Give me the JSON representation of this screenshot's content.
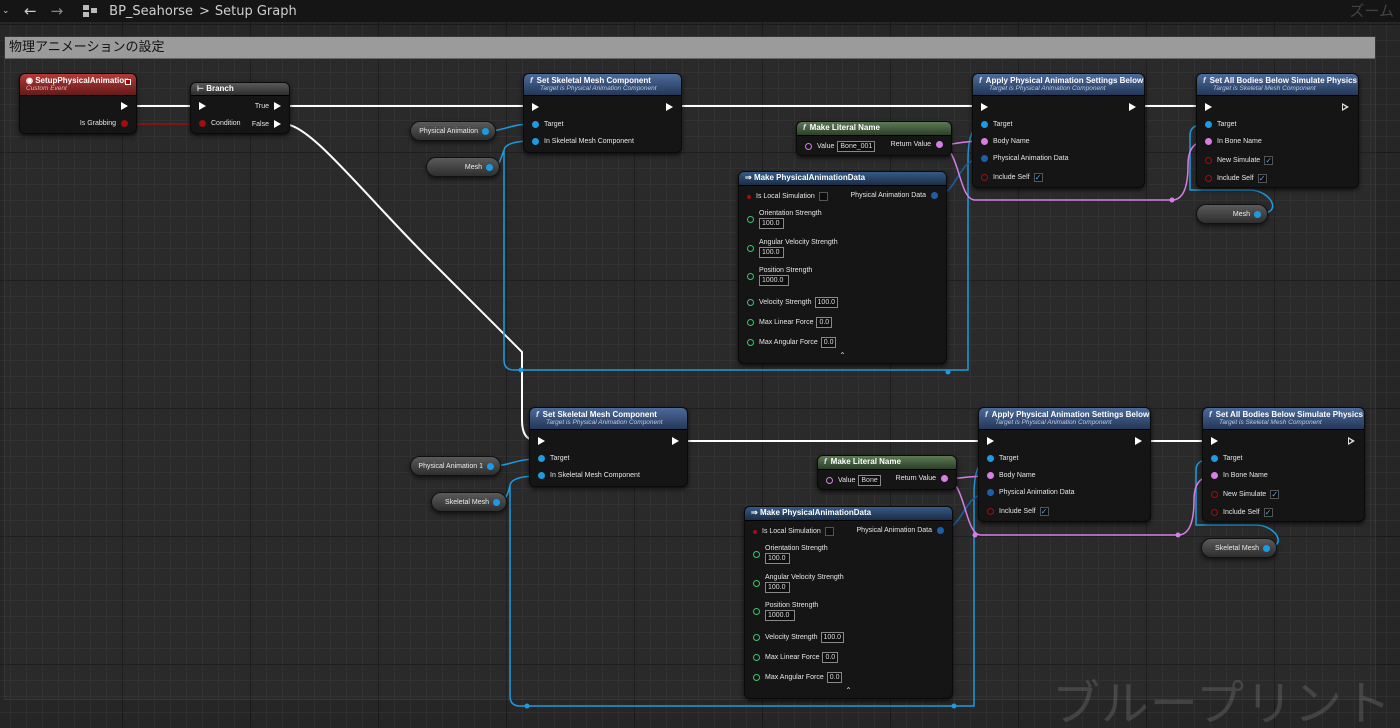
{
  "toolbar": {
    "blueprint_name": "BP_Seahorse",
    "separator": ">",
    "graph_name": "Setup Graph",
    "zoom_label": "ズーム"
  },
  "comment_box": {
    "title": "物理アニメーションの設定"
  },
  "watermark": "ブループリント",
  "event_node": {
    "title": "SetupPhysicalAnimation",
    "subtitle": "Custom Event",
    "out_is_grabbing": "Is Grabbing"
  },
  "branch_node": {
    "title": "Branch",
    "condition": "Condition",
    "true_label": "True",
    "false_label": "False"
  },
  "variables": {
    "physical_animation": "Physical Animation",
    "mesh": "Mesh",
    "physical_animation_1": "Physical Animation 1",
    "skeletal_mesh": "Skeletal Mesh",
    "mesh_right": "Mesh",
    "skeletal_mesh_right": "Skeletal Mesh"
  },
  "labels": {
    "target": "Target",
    "in_skeletal_mesh_component": "In Skeletal Mesh Component",
    "body_name": "Body Name",
    "physical_animation_data": "Physical Animation Data",
    "include_self": "Include Self",
    "in_bone_name": "In Bone Name",
    "new_simulate": "New Simulate",
    "value": "Value",
    "return_value": "Return Value",
    "is_local_simulation": "Is Local Simulation",
    "orientation_strength": "Orientation Strength",
    "angular_velocity_strength": "Angular Velocity Strength",
    "position_strength": "Position Strength",
    "velocity_strength": "Velocity Strength",
    "max_linear_force": "Max Linear Force",
    "max_angular_force": "Max Angular Force"
  },
  "set_skel_1": {
    "title": "Set Skeletal Mesh Component",
    "subtitle": "Target is Physical Animation Component"
  },
  "set_skel_2": {
    "title": "Set Skeletal Mesh Component",
    "subtitle": "Target is Physical Animation Component"
  },
  "apply_1": {
    "title": "Apply Physical Animation Settings Below",
    "subtitle": "Target is Physical Animation Component"
  },
  "apply_2": {
    "title": "Apply Physical Animation Settings Below",
    "subtitle": "Target is Physical Animation Component"
  },
  "setbodies_1": {
    "title": "Set All Bodies Below Simulate Physics",
    "subtitle": "Target is Skeletal Mesh Component"
  },
  "setbodies_2": {
    "title": "Set All Bodies Below Simulate Physics",
    "subtitle": "Target is Skeletal Mesh Component"
  },
  "literal_1": {
    "title": "Make Literal Name",
    "value": "Bone_001"
  },
  "literal_2": {
    "title": "Make Literal Name",
    "value": "Bone"
  },
  "make_data_1": {
    "title": "Make PhysicalAnimationData",
    "orientation_strength": "100.0",
    "angular_velocity_strength": "100.0",
    "position_strength": "1000.0",
    "velocity_strength": "100.0",
    "max_linear_force": "0.0",
    "max_angular_force": "0.0"
  },
  "make_data_2": {
    "title": "Make PhysicalAnimationData",
    "orientation_strength": "100.0",
    "angular_velocity_strength": "100.0",
    "position_strength": "1000.0",
    "velocity_strength": "100.0",
    "max_linear_force": "0.0",
    "max_angular_force": "0.0"
  },
  "colors": {
    "exec_wire": "#ffffff",
    "object_wire": "#1e9be0",
    "name_wire": "#d57fe6",
    "bool_wire": "#a30d0d",
    "struct_wire": "#1e5ea8"
  }
}
